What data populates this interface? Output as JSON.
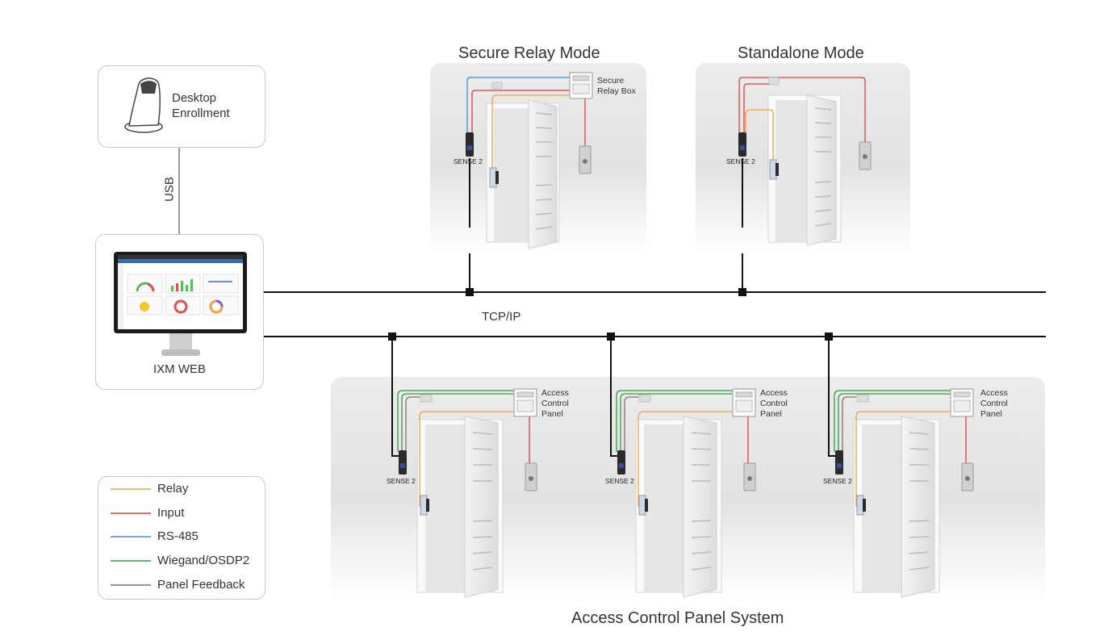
{
  "desktop": {
    "label": "Desktop\nEnrollment",
    "line1": "Desktop",
    "line2": "Enrollment"
  },
  "usb": {
    "label": "USB"
  },
  "web": {
    "label": "IXM WEB"
  },
  "network": {
    "label": "TCP/IP"
  },
  "secure": {
    "title": "Secure Relay Mode",
    "box_line1": "Secure",
    "box_line2": "Relay Box",
    "reader": "SENSE 2"
  },
  "standalone": {
    "title": "Standalone Mode",
    "reader": "SENSE 2"
  },
  "acp": {
    "title": "Access Control Panel System",
    "panel_line1": "Access",
    "panel_line2": "Control",
    "panel_line3": "Panel",
    "reader": "SENSE 2"
  },
  "legend": {
    "items": [
      {
        "label": "Relay",
        "color": "#f0a040"
      },
      {
        "label": "Input",
        "color": "#e04040"
      },
      {
        "label": "RS-485",
        "color": "#3a8fe0"
      },
      {
        "label": "Wiegand/OSDP2",
        "color": "#2e9e3a"
      },
      {
        "label": "Panel Feedback",
        "color": "#8a6a7a"
      }
    ]
  }
}
